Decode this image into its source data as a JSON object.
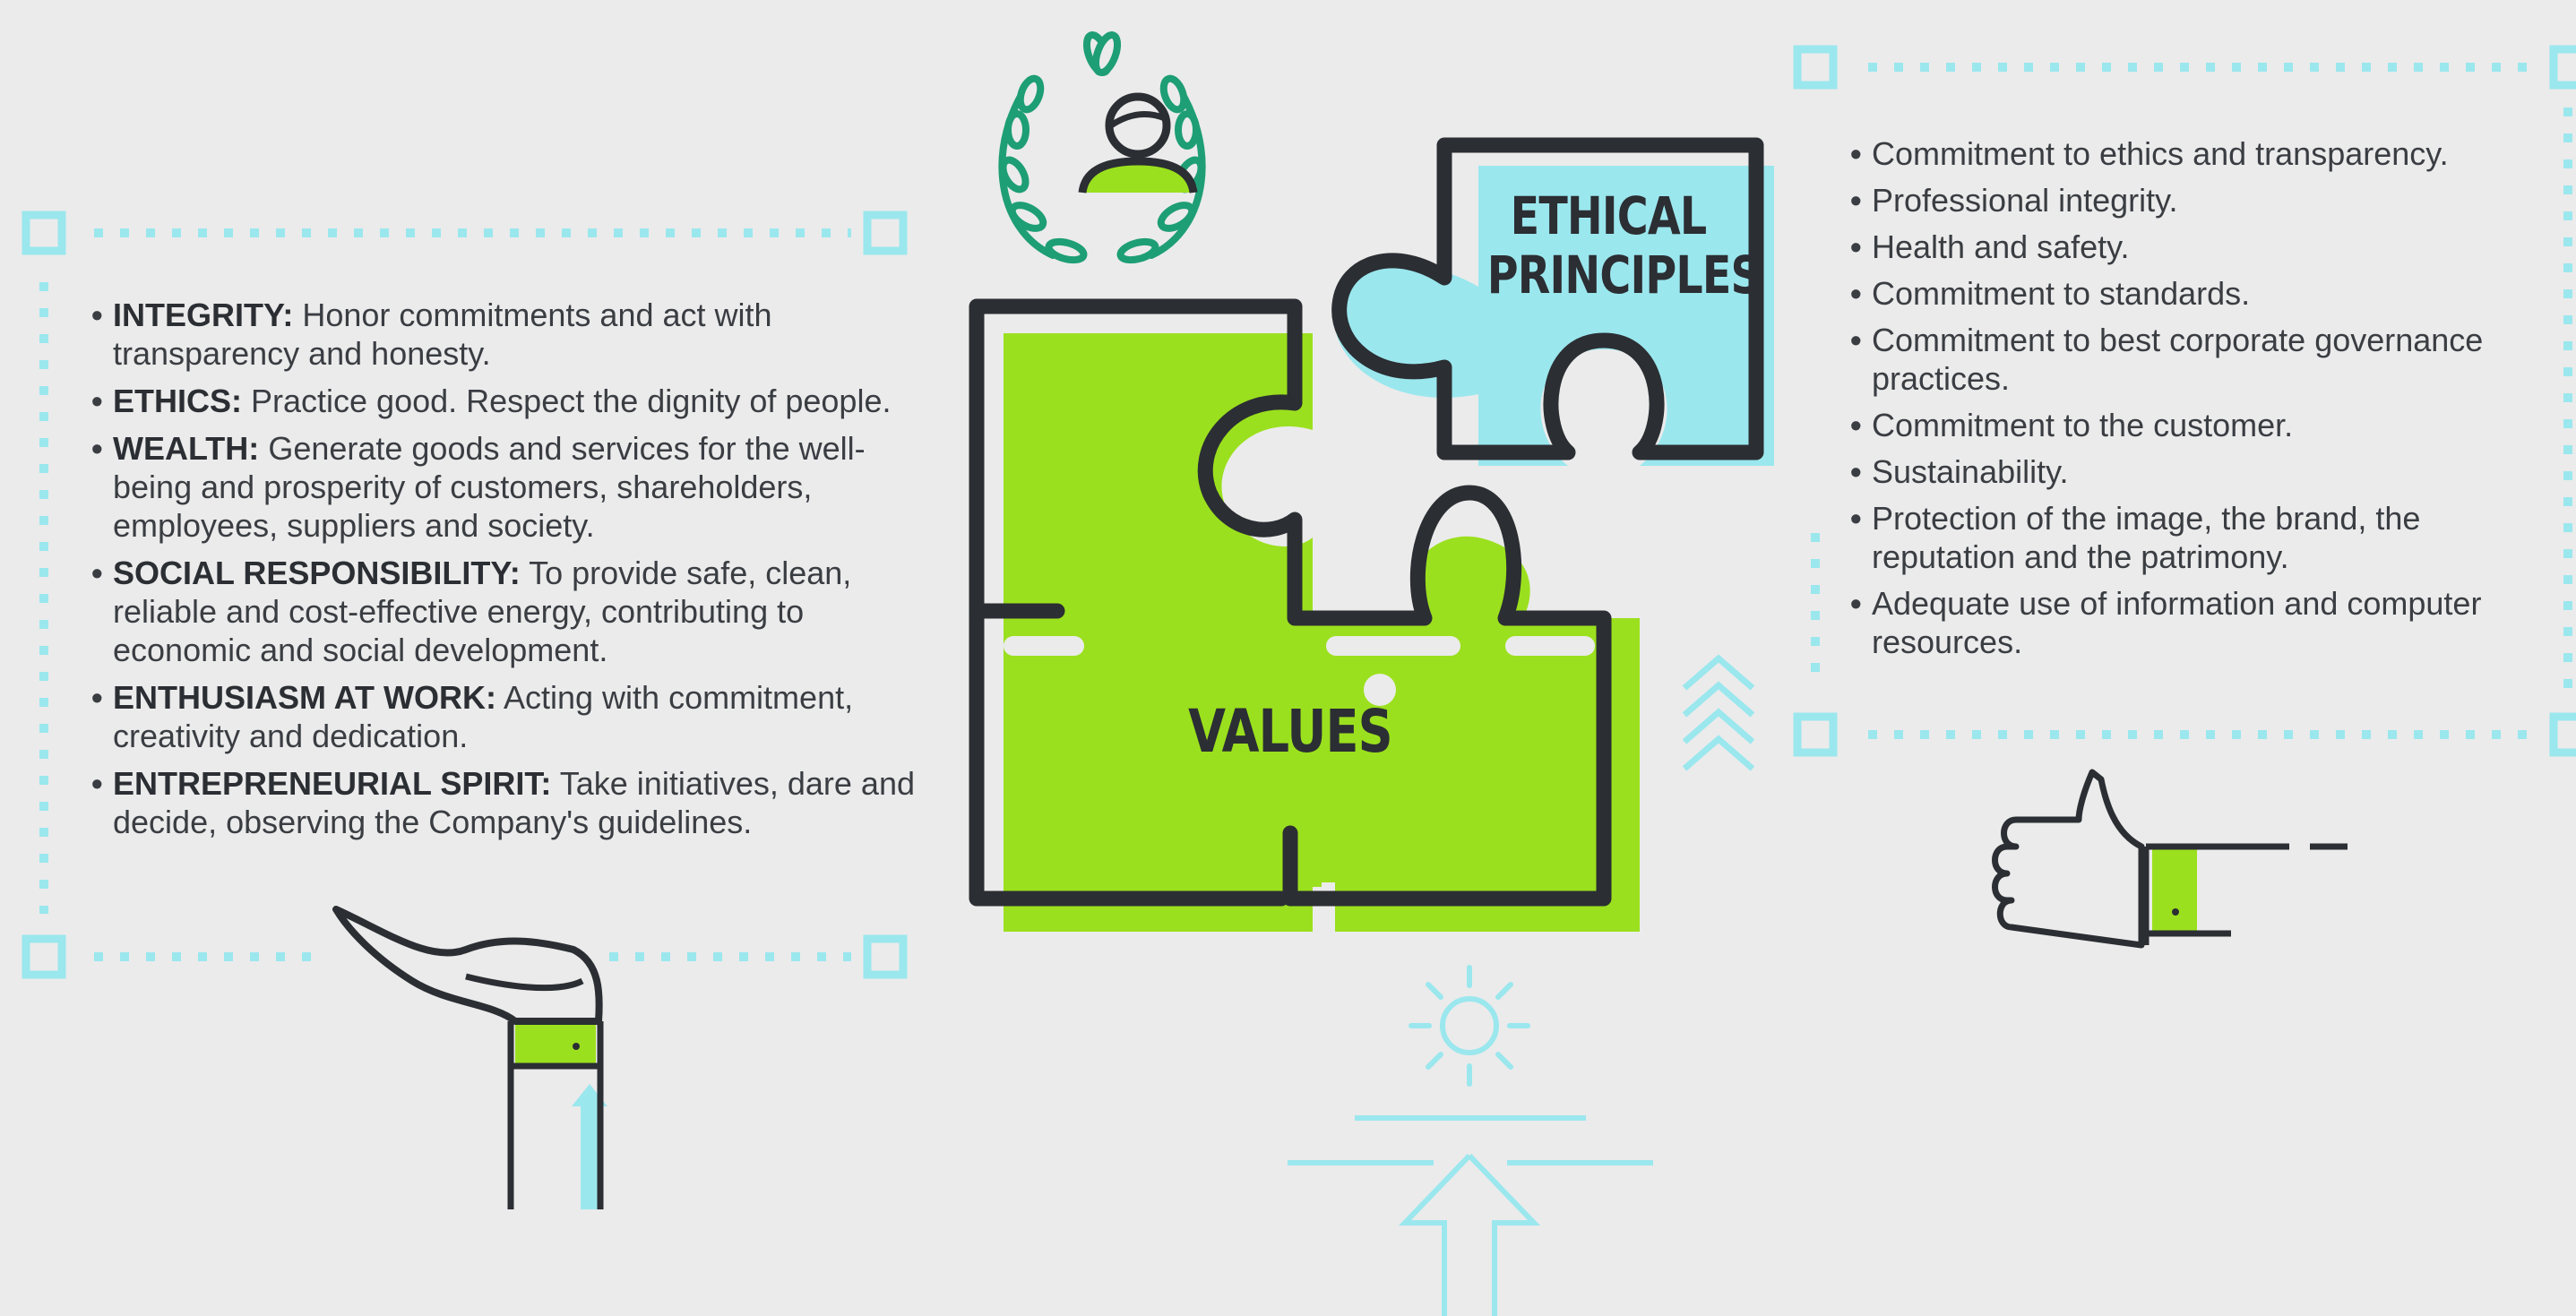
{
  "puzzle": {
    "values_label": "VALUES",
    "ethical_label_line1": "ETHICAL",
    "ethical_label_line2": "PRINCIPLES"
  },
  "values_list": [
    {
      "key": "INTEGRITY:",
      "text": "Honor commitments and act with transparency and honesty."
    },
    {
      "key": "ETHICS:",
      "text": "Practice good. Respect the dignity of people."
    },
    {
      "key": "WEALTH:",
      "text": "Generate goods and services for the well-being and prosperity of customers, shareholders, employees, suppliers and society."
    },
    {
      "key": "SOCIAL RESPONSIBILITY:",
      "text": "To provide safe, clean, reliable and cost-effective energy, contributing to economic and social development."
    },
    {
      "key": "ENTHUSIASM AT WORK:",
      "text": "Acting with commitment, creativity and dedication."
    },
    {
      "key": "ENTREPRENEURIAL SPIRIT:",
      "text": "Take initiatives, dare and decide, observing the Company's guidelines."
    }
  ],
  "ethics_list": [
    "Commitment to ethics and transparency.",
    "Professional integrity.",
    "Health and safety.",
    "Commitment to standards.",
    "Commitment to best corporate governance practices.",
    "Commitment to the customer.",
    "Sustainability.",
    "Protection of the image, the brand, the reputation and the patrimony.",
    "Adequate use of information and computer resources."
  ],
  "bullet_char": "•",
  "colors": {
    "background": "#ebebeb",
    "green": "#9be01e",
    "cyan": "#9be7ee",
    "dark": "#2b2e33",
    "laurel": "#1e9e74"
  },
  "icons": [
    "laurel-person-icon",
    "open-hand-icon",
    "thumbs-up-icon",
    "sun-icon",
    "up-arrow-icon",
    "chevrons-up-icon"
  ]
}
